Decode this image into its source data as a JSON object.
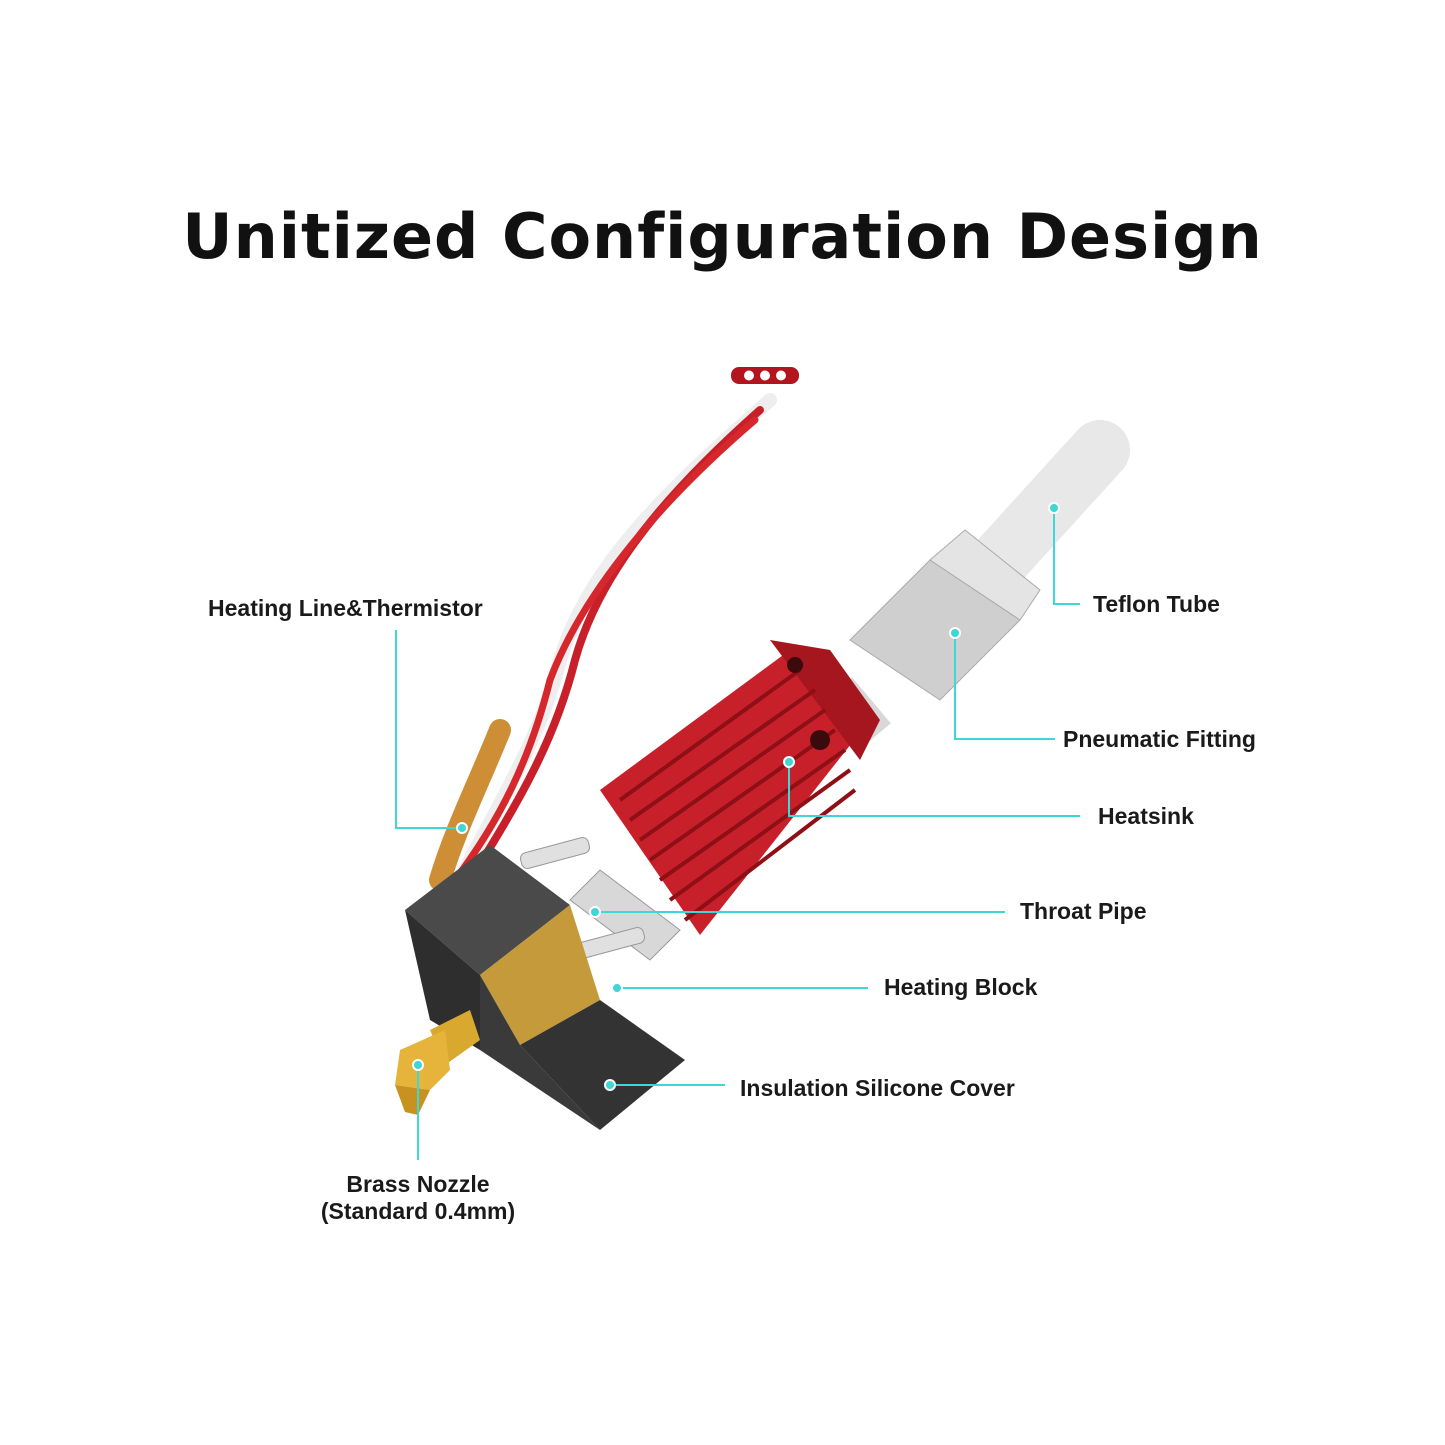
{
  "title": "Unitized Configuration Design",
  "labels": {
    "heating_line": "Heating Line&Thermistor",
    "teflon_tube": "Teflon Tube",
    "pneumatic_fitting": "Pneumatic Fitting",
    "heatsink": "Heatsink",
    "throat_pipe": "Throat Pipe",
    "heating_block": "Heating Block",
    "silicone_cover": "Insulation Silicone Cover",
    "brass_nozzle": "Brass Nozzle",
    "brass_nozzle_spec": "(Standard 0.4mm)"
  },
  "colors": {
    "leader": "#3fd6d6",
    "heatsink": "#c8202a",
    "cover": "#3a3a3a",
    "brass": "#d9a92f"
  }
}
